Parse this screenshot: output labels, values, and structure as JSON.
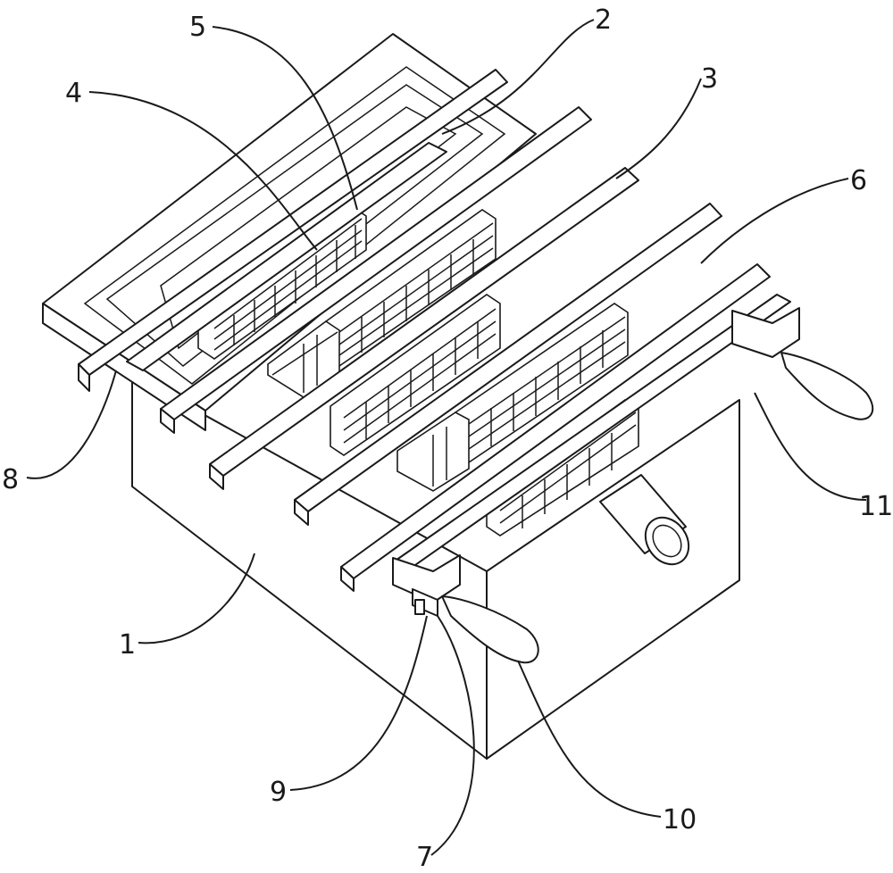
{
  "figure": {
    "labels": {
      "l1": "1",
      "l2": "2",
      "l3": "3",
      "l4": "4",
      "l5": "5",
      "l6": "6",
      "l7": "7",
      "l8": "8",
      "l9": "9",
      "l10": "10",
      "l11": "11"
    }
  }
}
